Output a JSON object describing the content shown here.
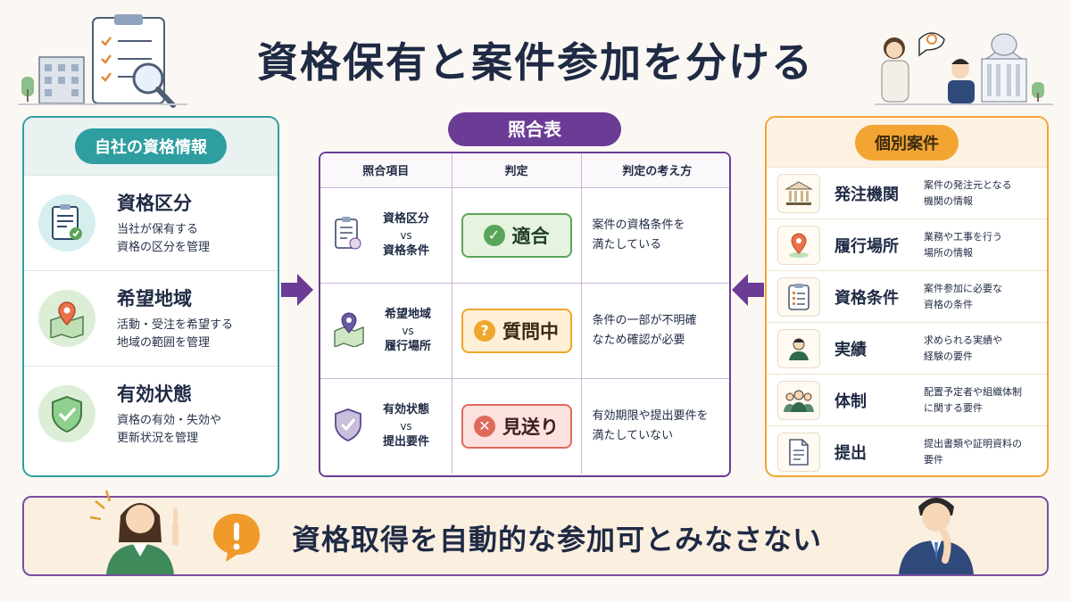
{
  "title": "資格保有と案件参加を分ける",
  "left": {
    "header": "自社の資格情報",
    "items": [
      {
        "title": "資格区分",
        "desc1": "当社が保有する",
        "desc2": "資格の区分を管理"
      },
      {
        "title": "希望地域",
        "desc1": "活動・受注を希望する",
        "desc2": "地域の範囲を管理"
      },
      {
        "title": "有効状態",
        "desc1": "資格の有効・失効や",
        "desc2": "更新状況を管理"
      }
    ]
  },
  "center": {
    "header": "照合表",
    "columns": [
      "照合項目",
      "判定",
      "判定の考え方"
    ],
    "rows": [
      {
        "item_a": "資格区分",
        "vs": "vs",
        "item_b": "資格条件",
        "judgement": "適合",
        "reason1": "案件の資格条件を",
        "reason2": "満たしている"
      },
      {
        "item_a": "希望地域",
        "vs": "vs",
        "item_b": "履行場所",
        "judgement": "質問中",
        "reason1": "条件の一部が不明確",
        "reason2": "なため確認が必要"
      },
      {
        "item_a": "有効状態",
        "vs": "vs",
        "item_b": "提出要件",
        "judgement": "見送り",
        "reason1": "有効期限や提出要件を",
        "reason2": "満たしていない"
      }
    ]
  },
  "right": {
    "header": "個別案件",
    "items": [
      {
        "title": "発注機関",
        "desc1": "案件の発注元となる",
        "desc2": "機関の情報"
      },
      {
        "title": "履行場所",
        "desc1": "業務や工事を行う",
        "desc2": "場所の情報"
      },
      {
        "title": "資格条件",
        "desc1": "案件参加に必要な",
        "desc2": "資格の条件"
      },
      {
        "title": "実績",
        "desc1": "求められる実績や",
        "desc2": "経験の要件"
      },
      {
        "title": "体制",
        "desc1": "配置予定者や組織体制",
        "desc2": "に関する要件"
      },
      {
        "title": "提出",
        "desc1": "提出書類や証明資料の",
        "desc2": "要件"
      }
    ]
  },
  "bottom": {
    "message": "資格取得を自動的な参加可とみなさない"
  },
  "colors": {
    "teal": "#2f9ea0",
    "purple": "#6b3c96",
    "orange": "#f2a533",
    "ok": "#5aa55a",
    "question": "#efa62c",
    "ng": "#e06a5c",
    "navy": "#1f2a44"
  }
}
